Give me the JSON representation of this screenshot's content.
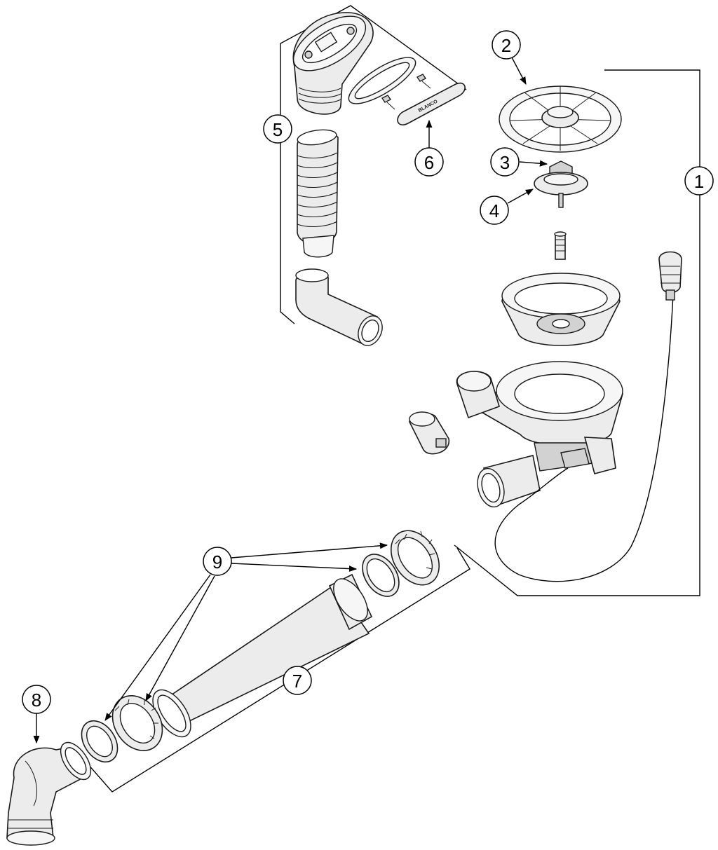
{
  "callouts": {
    "c1": "1",
    "c2": "2",
    "c3": "3",
    "c4": "4",
    "c5": "5",
    "c6": "6",
    "c7": "7",
    "c8": "8",
    "c9": "9"
  },
  "overflow_cover_brand": "BLANCO",
  "colors": {
    "line": "#1a1a1a",
    "part_fill": "#ececec",
    "background": "#ffffff"
  }
}
